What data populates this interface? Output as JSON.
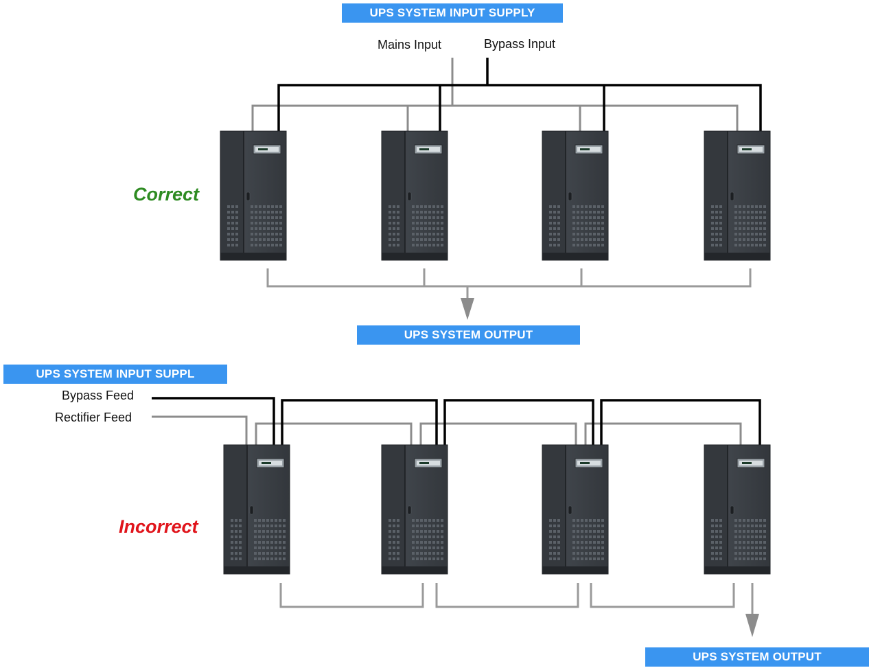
{
  "top": {
    "input_banner": "UPS SYSTEM INPUT SUPPLY",
    "mains_label": "Mains Input",
    "bypass_label": "Bypass Input",
    "status_label": "Correct",
    "output_banner": "UPS SYSTEM OUTPUT"
  },
  "bottom": {
    "input_banner": "UPS SYSTEM INPUT SUPPL",
    "bypass_label": "Bypass Feed",
    "rectifier_label": "Rectifier Feed",
    "status_label": "Incorrect",
    "output_banner": "UPS SYSTEM OUTPUT"
  },
  "colors": {
    "banner": "#3a95f0",
    "bypass_line": "#000000",
    "mains_line": "#8c8c8c",
    "correct_text": "#2e8b22",
    "incorrect_text": "#e0141b",
    "cabinet": "#3b4046"
  }
}
